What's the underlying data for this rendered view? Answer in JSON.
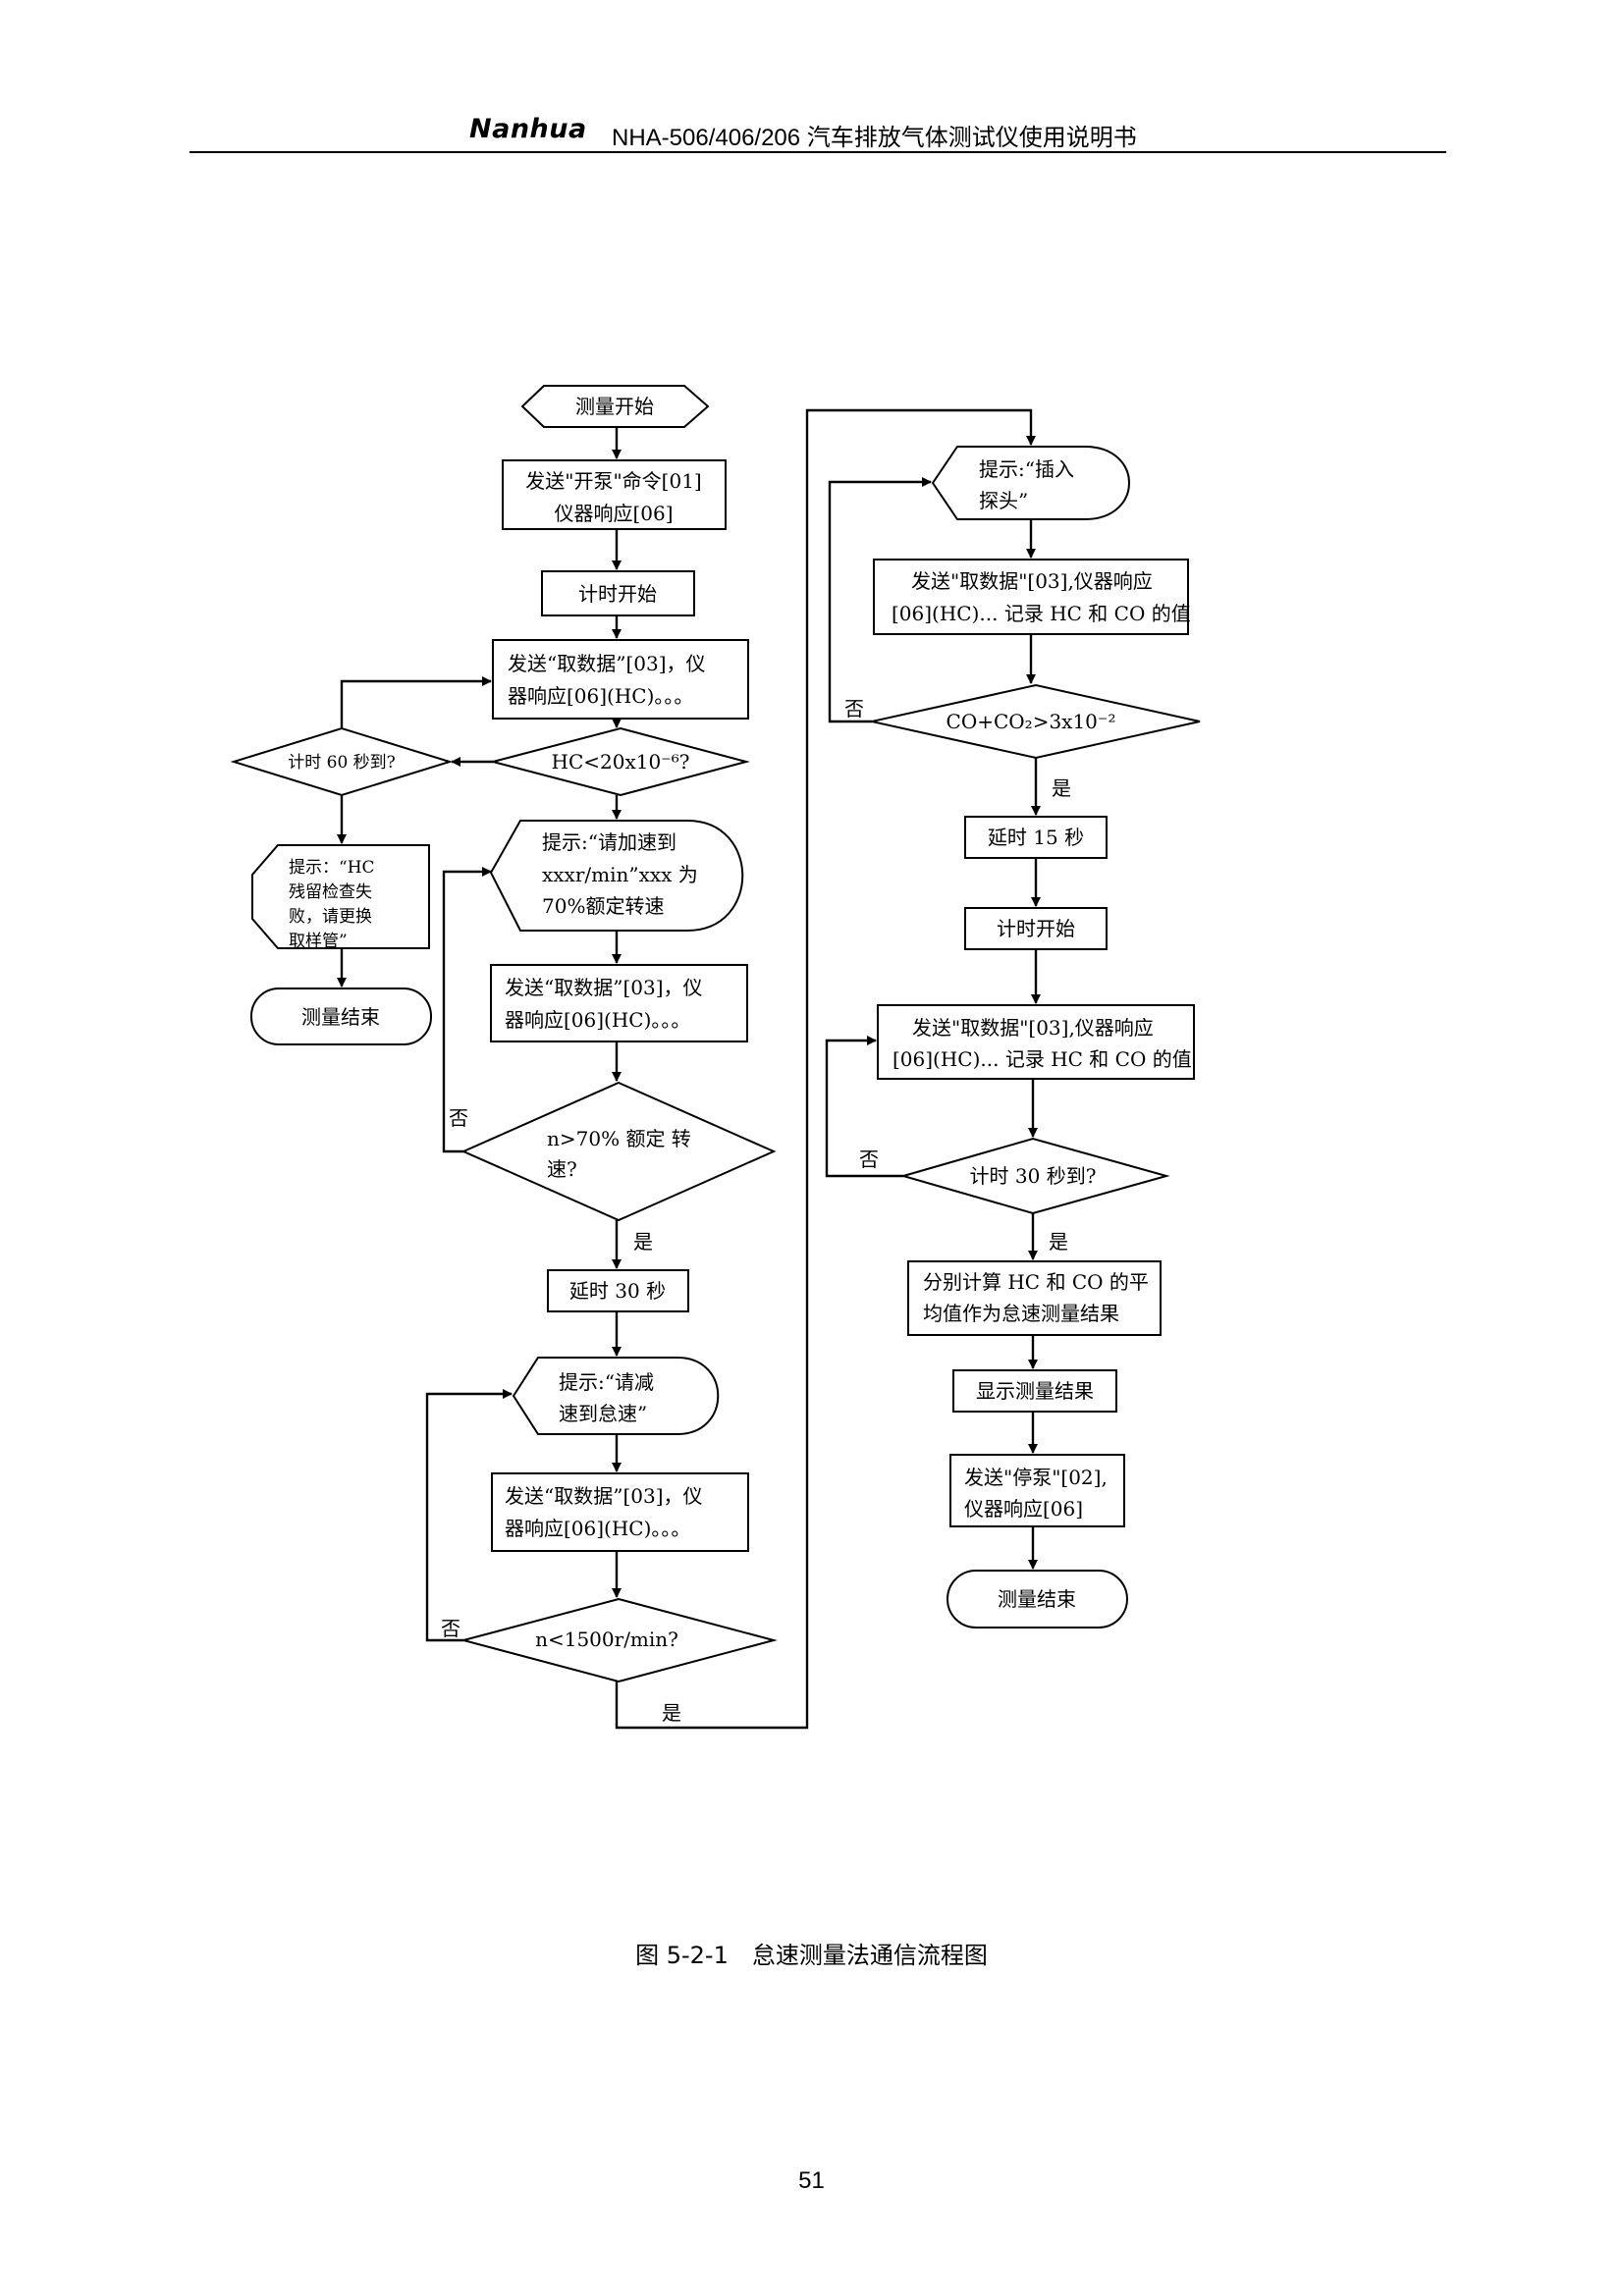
{
  "header": {
    "brand": "Nanhua",
    "title": "NHA-506/406/206 汽车排放气体测试仪使用说明书"
  },
  "flowchart": {
    "start": "测量开始",
    "pump_on": [
      "发送\"开泵\"命令[01]",
      "仪器响应[06]"
    ],
    "timer_start_1": "计时开始",
    "get_data_1": [
      "发送“取数据”[03]，仪",
      "器响应[06](HC)。。。"
    ],
    "hc_check": "HC<20x10⁻⁶?",
    "timer60": "计时 60 秒到?",
    "hc_fail": [
      "提示：“HC",
      "残留检查失",
      "败，请更换",
      "取样管”"
    ],
    "end_fail": "测量结束",
    "accel_prompt": [
      "提示:“请加速到",
      "xxxr/min”xxx 为",
      "70%额定转速"
    ],
    "get_data_2": [
      "发送“取数据”[03]，仪",
      "器响应[06](HC)。。。"
    ],
    "speed_check": [
      "n>70% 额定 转",
      "速?"
    ],
    "delay30": "延时 30 秒",
    "decel_prompt": [
      "提示:“请减",
      "速到怠速”"
    ],
    "get_data_3": [
      "发送“取数据”[03]，仪",
      "器响应[06](HC)。。。"
    ],
    "rpm_check": "n<1500r/min?",
    "probe_prompt": [
      "提示:“插入",
      "探头”"
    ],
    "get_data_4": [
      "发送\"取数据\"[03],仪器响应",
      "[06](HC)... 记录 HC 和 CO 的值"
    ],
    "co_check": "CO+CO₂>3x10⁻²",
    "delay15": "延时 15 秒",
    "timer_start_2": "计时开始",
    "get_data_5": [
      "发送\"取数据\"[03],仪器响应",
      "[06](HC)... 记录 HC 和 CO 的值"
    ],
    "timer30": "计时 30 秒到?",
    "calc": [
      "分别计算 HC 和 CO 的平",
      "均值作为怠速测量结果"
    ],
    "show_result": "显示测量结果",
    "pump_off": [
      "发送\"停泵\"[02],",
      "仪器响应[06]"
    ],
    "end": "测量结束",
    "yes": "是",
    "no": "否"
  },
  "caption": "图 5-2-1　怠速测量法通信流程图",
  "page_number": "51"
}
